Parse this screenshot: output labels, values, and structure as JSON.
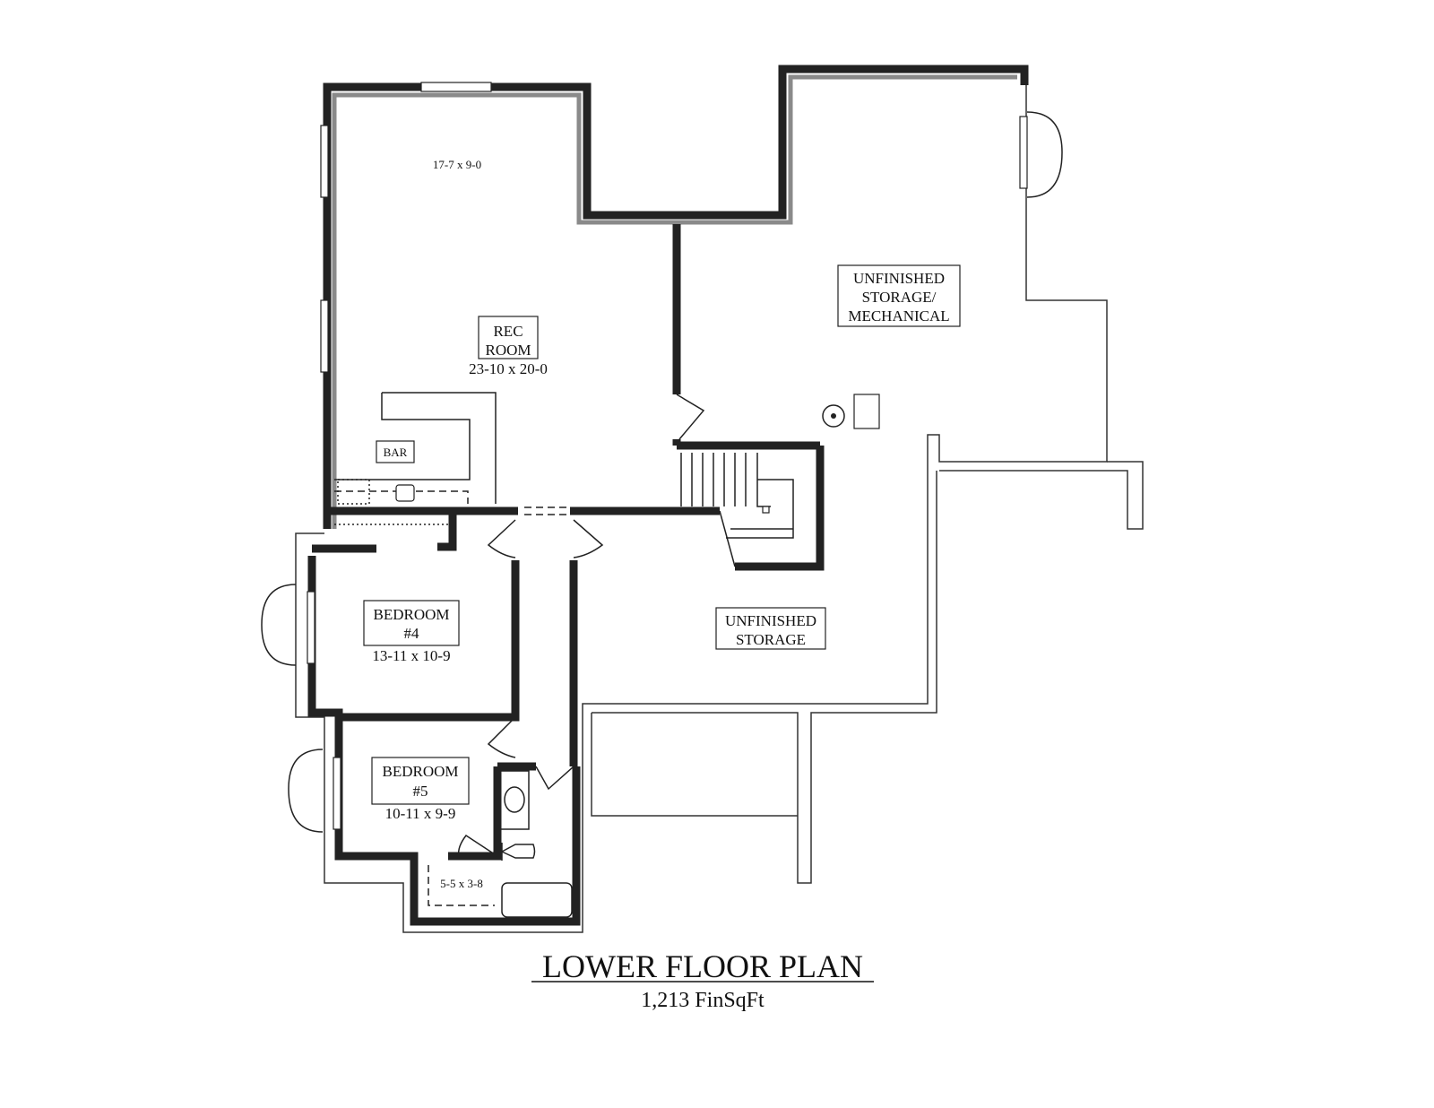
{
  "title": "LOWER FLOOR PLAN",
  "subtitle": "1,213 FinSqFt",
  "rooms": {
    "rec_room": {
      "name_line1": "REC",
      "name_line2": "ROOM",
      "dimensions": "23-10 x 20-0"
    },
    "rec_alcove": {
      "dimensions": "17-7 x 9-0"
    },
    "bar": {
      "name": "BAR"
    },
    "mechanical": {
      "name_line1": "UNFINISHED",
      "name_line2": "STORAGE/",
      "name_line3": "MECHANICAL"
    },
    "storage": {
      "name_line1": "UNFINISHED",
      "name_line2": "STORAGE"
    },
    "bedroom4": {
      "name_line1": "BEDROOM",
      "name_line2": "#4",
      "dimensions": "13-11 x 10-9"
    },
    "bedroom5": {
      "name_line1": "BEDROOM",
      "name_line2": "#5",
      "dimensions": "10-11 x 9-9"
    },
    "closet": {
      "dimensions": "5-5 x 3-8"
    }
  }
}
